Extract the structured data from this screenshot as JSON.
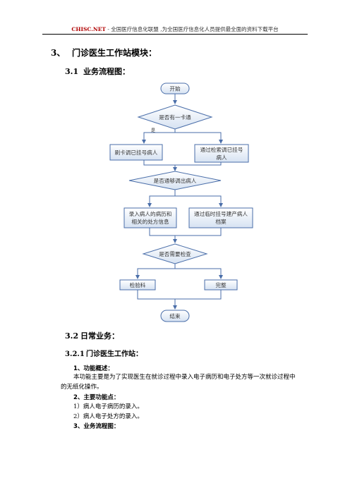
{
  "header": {
    "site": "CHISC.NET",
    "tagline": "- 全国医疗信息化联盟 ,为全国医疗信息化人员提供最全面的资料下载平台"
  },
  "section": {
    "number": "3、",
    "title": "门诊医生工作站模块："
  },
  "subsection_flow": {
    "number": "3.1",
    "title": "业务流程图："
  },
  "flowchart": {
    "start": "开始",
    "decision1": "是否有一卡通",
    "yes_label": "是",
    "box_card": "刷卡调已挂号病人",
    "box_search": [
      "通过检索调已挂号",
      "病人"
    ],
    "decision2": "是否通够调出病人",
    "box_record": [
      "录入病人的病历和",
      "相关的处方信息"
    ],
    "box_temp": [
      "通过临时挂号建产病人",
      "档案"
    ],
    "decision3": "是否需要检查",
    "box_lab": "检验科",
    "box_done": "完整",
    "end": "结束"
  },
  "subsection_daily": {
    "number": "3.2",
    "title": "日常业务："
  },
  "subsubsection": {
    "number": "3.2.1",
    "title": "门诊医生工作站："
  },
  "items": {
    "overview_label": "1、功能概述：",
    "overview_text": "本功能主要是为了实现医生在就诊过程中录入电子病历和电子处方等一次就诊过程中的无纸化操作。",
    "points_label": "2、主要功能点：",
    "point1": "1）病人电子病历的录入。",
    "point2": "2）病人电子处方的录入。",
    "flow_label": "3、业务流程图："
  }
}
